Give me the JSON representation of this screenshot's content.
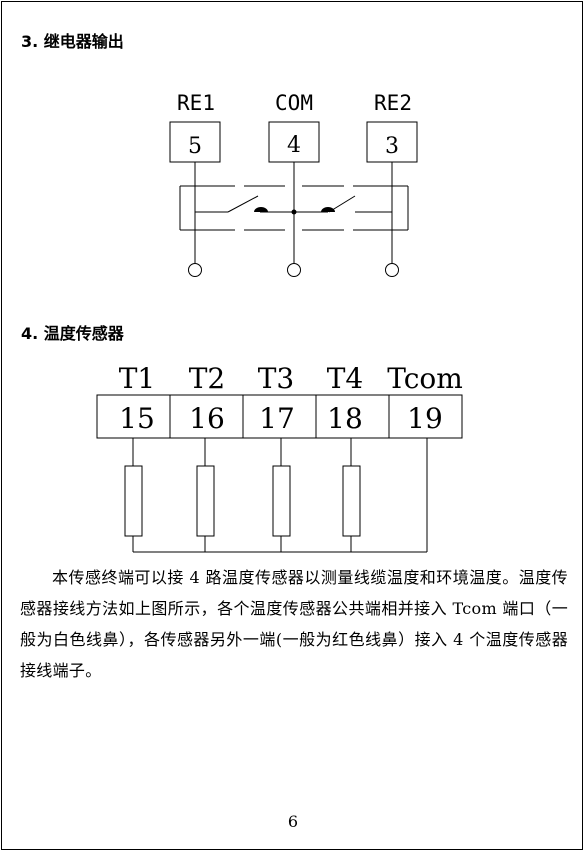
{
  "sections": {
    "relay_heading": "3. 继电器输出",
    "temp_heading": "4. 温度传感器"
  },
  "relay": {
    "terminals": [
      {
        "label": "RE1",
        "number": "5"
      },
      {
        "label": "COM",
        "number": "4"
      },
      {
        "label": "RE2",
        "number": "3"
      }
    ]
  },
  "temperature": {
    "terminals": [
      {
        "label": "T1",
        "number": "15"
      },
      {
        "label": "T2",
        "number": "16"
      },
      {
        "label": "T3",
        "number": "17"
      },
      {
        "label": "T4",
        "number": "18"
      },
      {
        "label": "Tcom",
        "number": "19"
      }
    ]
  },
  "body_text": "本传感终端可以接 4 路温度传感器以测量线缆温度和环境温度。温度传感器接线方法如上图所示，各个温度传感器公共端相并接入 Tcom 端口（一般为白色线鼻），各传感器另外一端(一般为红色线鼻）接入 4 个温度传感器接线端子。",
  "page_number": "6"
}
